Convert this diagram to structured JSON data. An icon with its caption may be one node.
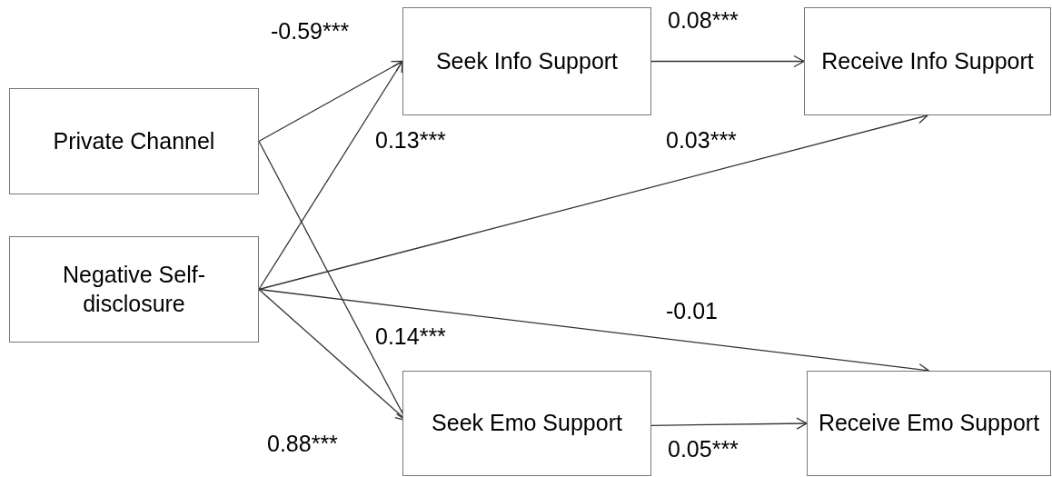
{
  "diagram": {
    "nodes": [
      {
        "text": [
          "Private Channel"
        ]
      },
      {
        "text": [
          "Negative Self-disclosure"
        ]
      },
      {
        "text": [
          "Seek Info Support"
        ]
      },
      {
        "text": [
          "Receive Info Support"
        ]
      },
      {
        "text": [
          "Seek Emo Support"
        ]
      },
      {
        "text": [
          "Receive Emo Support"
        ]
      }
    ],
    "edges": [
      {
        "from": 0,
        "to": 2,
        "arrow": "to",
        "label": "-0.59***"
      },
      {
        "from": 0,
        "to": 4,
        "arrow": "to",
        "label": "0.14***"
      },
      {
        "from": 1,
        "to": 2,
        "arrow": "to",
        "label": "0.13***"
      },
      {
        "from": 1,
        "to": 3,
        "arrow": "to",
        "label": "0.03***"
      },
      {
        "from": 1,
        "to": 5,
        "arrow": "to",
        "label": "-0.01"
      },
      {
        "from": 1,
        "to": 4,
        "arrow": "to",
        "label": "0.88***"
      },
      {
        "from": 2,
        "to": 3,
        "arrow": "to",
        "label": "0.08***"
      },
      {
        "from": 4,
        "to": 5,
        "arrow": "to",
        "label": "0.05***"
      }
    ]
  }
}
